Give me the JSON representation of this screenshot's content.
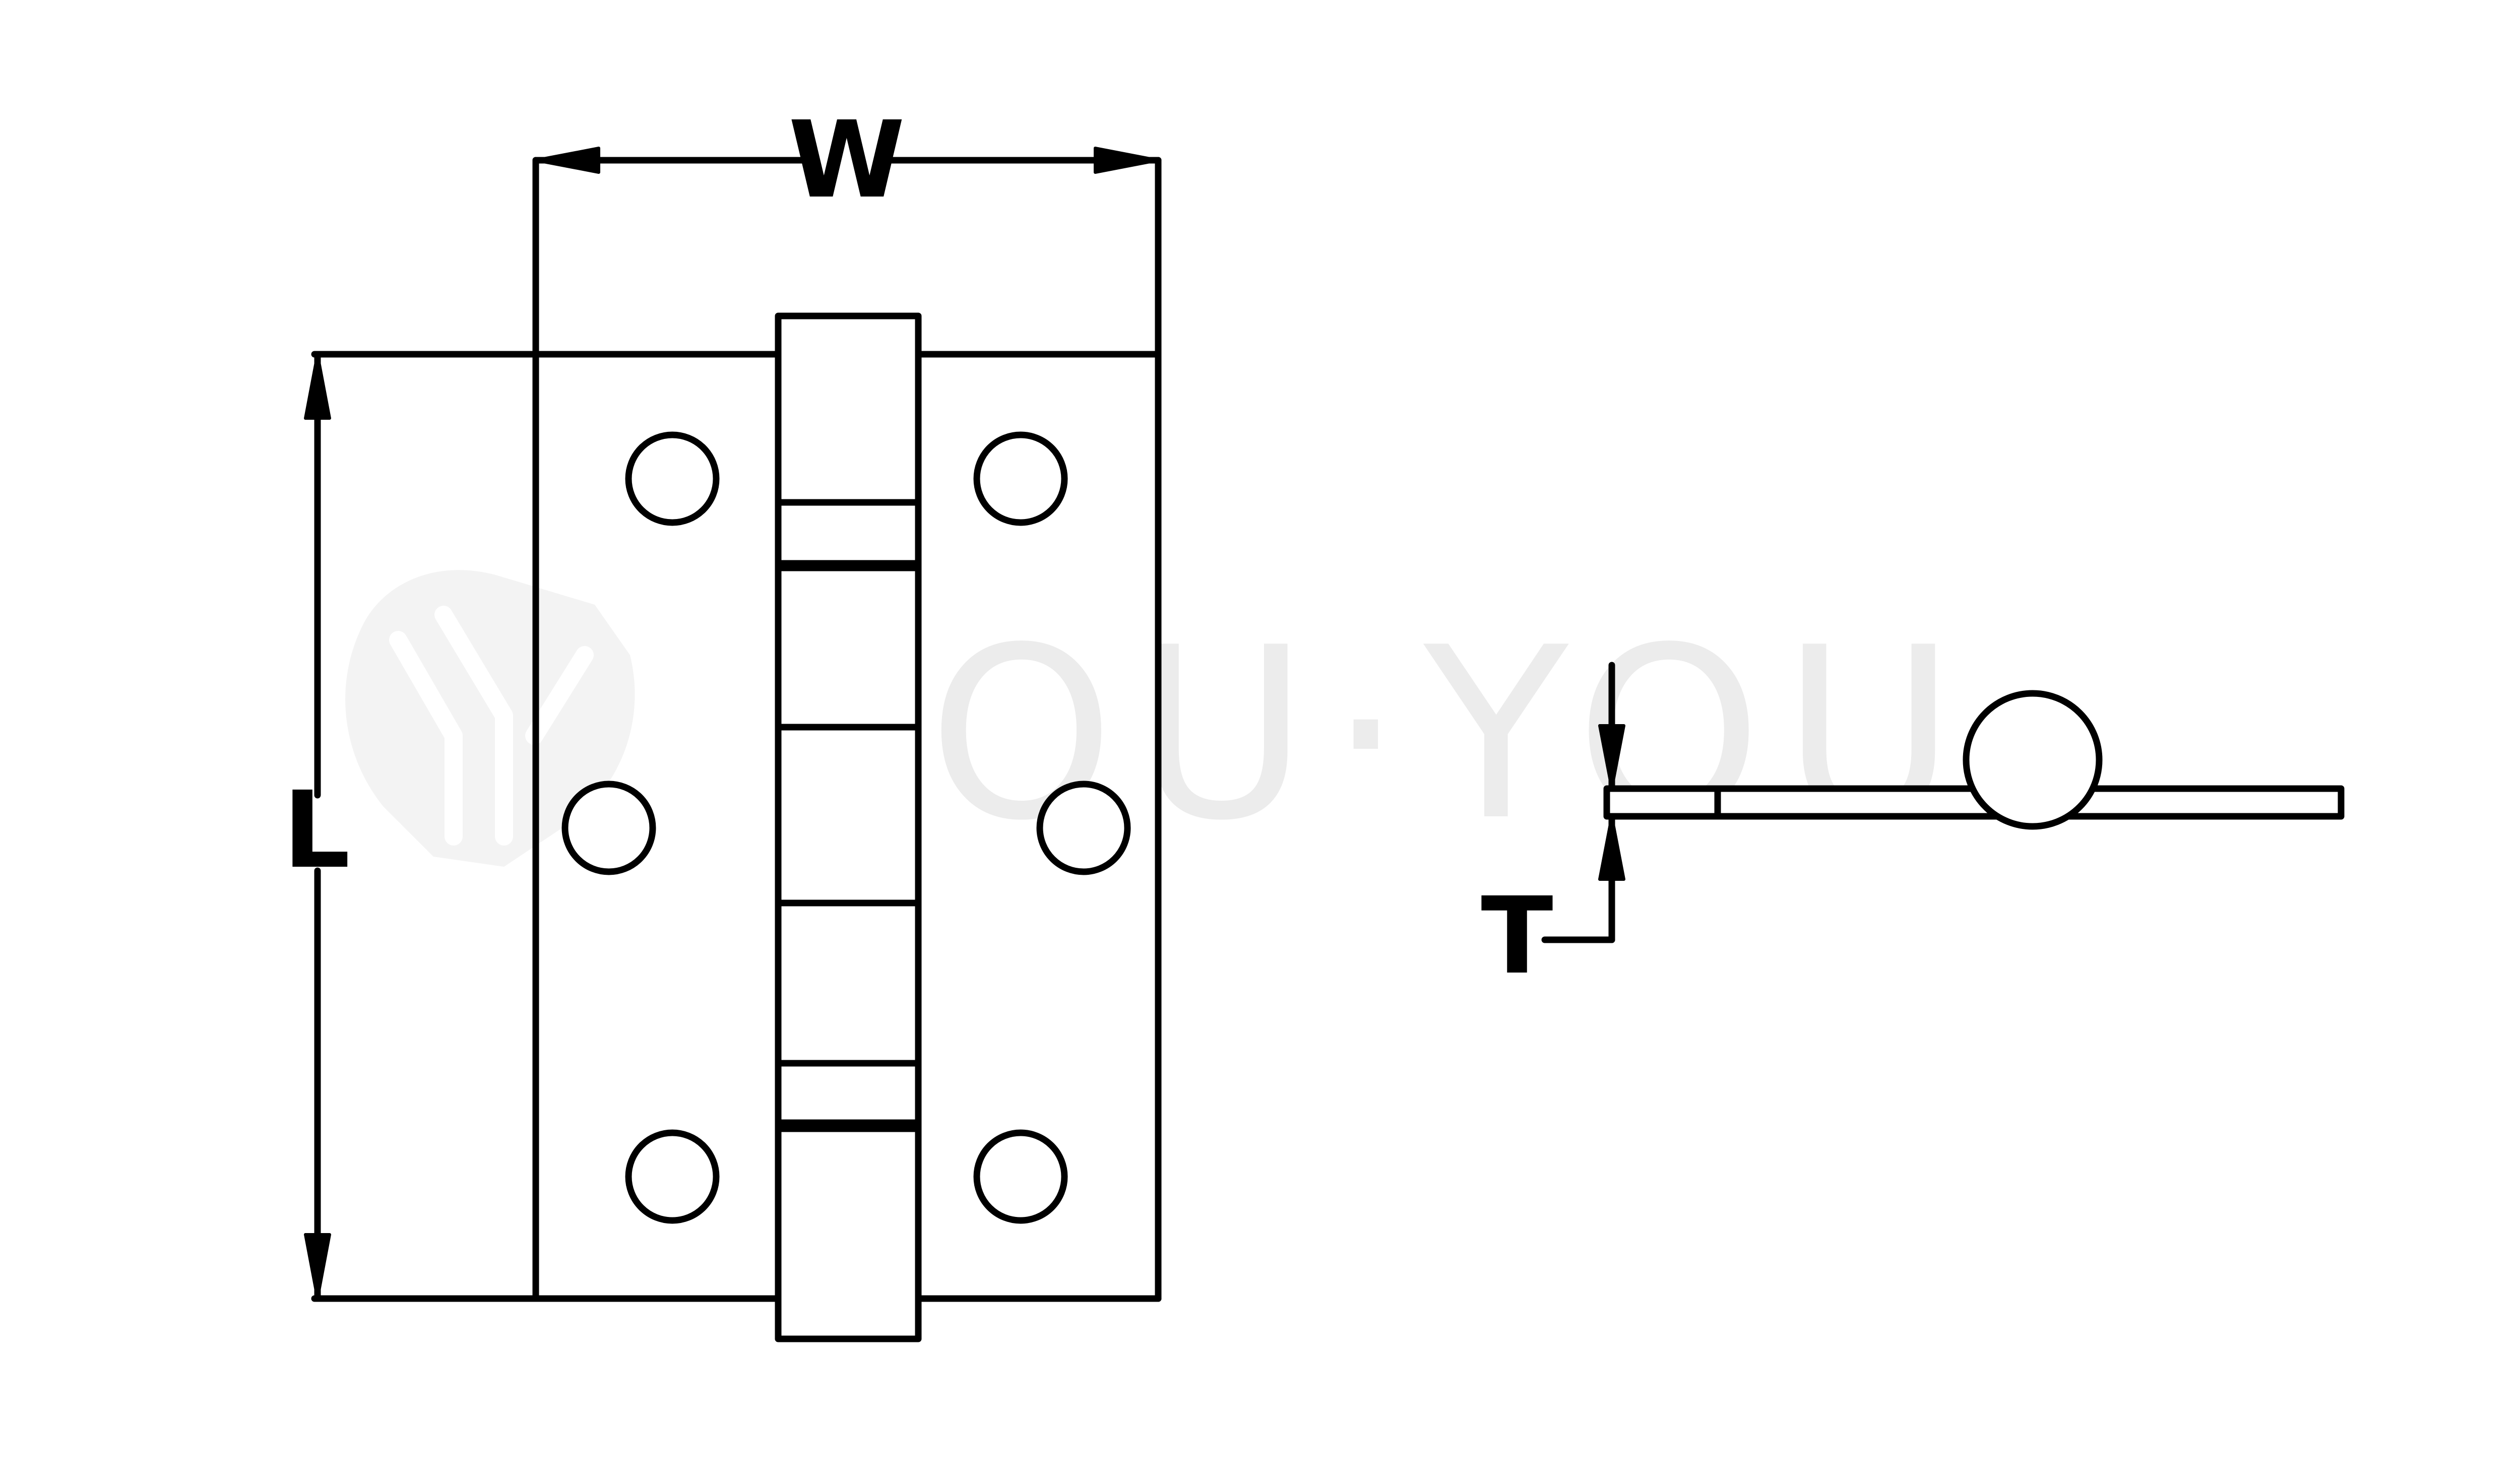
{
  "diagram": {
    "front_view": {
      "width_label": "W",
      "length_label": "L"
    },
    "side_view": {
      "thickness_label": "T"
    }
  },
  "watermark": {
    "text": "YOU·YOU"
  },
  "colors": {
    "line": "#000000",
    "background": "#ffffff",
    "watermark": "#e9e9ea"
  }
}
